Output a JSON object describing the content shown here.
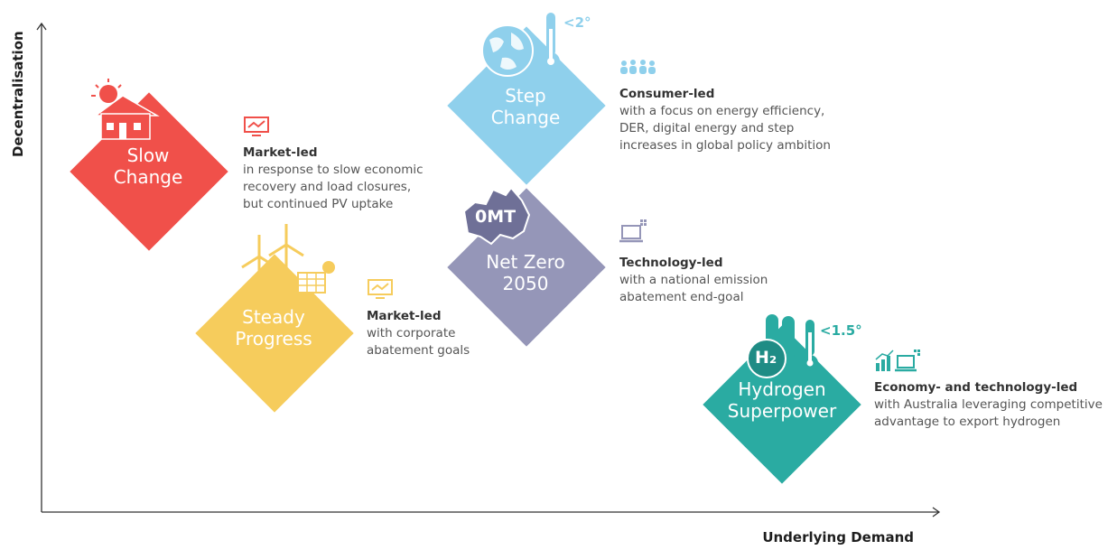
{
  "axes": {
    "y_label": "Decentralisation",
    "x_label": "Underlying Demand"
  },
  "scenarios": [
    {
      "title_lines": [
        "Slow",
        "Change"
      ],
      "color": "#f0504a",
      "lead": "Market-led",
      "desc_lines": [
        "in response to slow economic",
        "recovery and load closures,",
        "but continued PV uptake"
      ]
    },
    {
      "title_lines": [
        "Steady",
        "Progress"
      ],
      "color": "#f6cc5c",
      "lead": "Market-led",
      "desc_lines": [
        "with corporate",
        "abatement goals"
      ]
    },
    {
      "title_lines": [
        "Step",
        "Change"
      ],
      "color": "#8fd0ec",
      "badge": "<2°",
      "lead": "Consumer-led",
      "desc_lines": [
        "with a focus on energy efficiency,",
        "DER, digital energy and step",
        "increases in global policy ambition"
      ]
    },
    {
      "title_lines": [
        "Net Zero",
        "2050"
      ],
      "color": "#9596b8",
      "badge": "0MT",
      "lead": "Technology-led",
      "desc_lines": [
        "with a national emission",
        "abatement end-goal"
      ]
    },
    {
      "title_lines": [
        "Hydrogen",
        "Superpower"
      ],
      "color": "#2aaba2",
      "badge": "<1.5°",
      "h2_label": "H₂",
      "lead": "Economy- and technology-led",
      "desc_lines": [
        "with Australia leveraging competitive",
        "advantage to export hydrogen"
      ]
    }
  ],
  "colors": {
    "axis": "#333333",
    "text": "#555555"
  }
}
